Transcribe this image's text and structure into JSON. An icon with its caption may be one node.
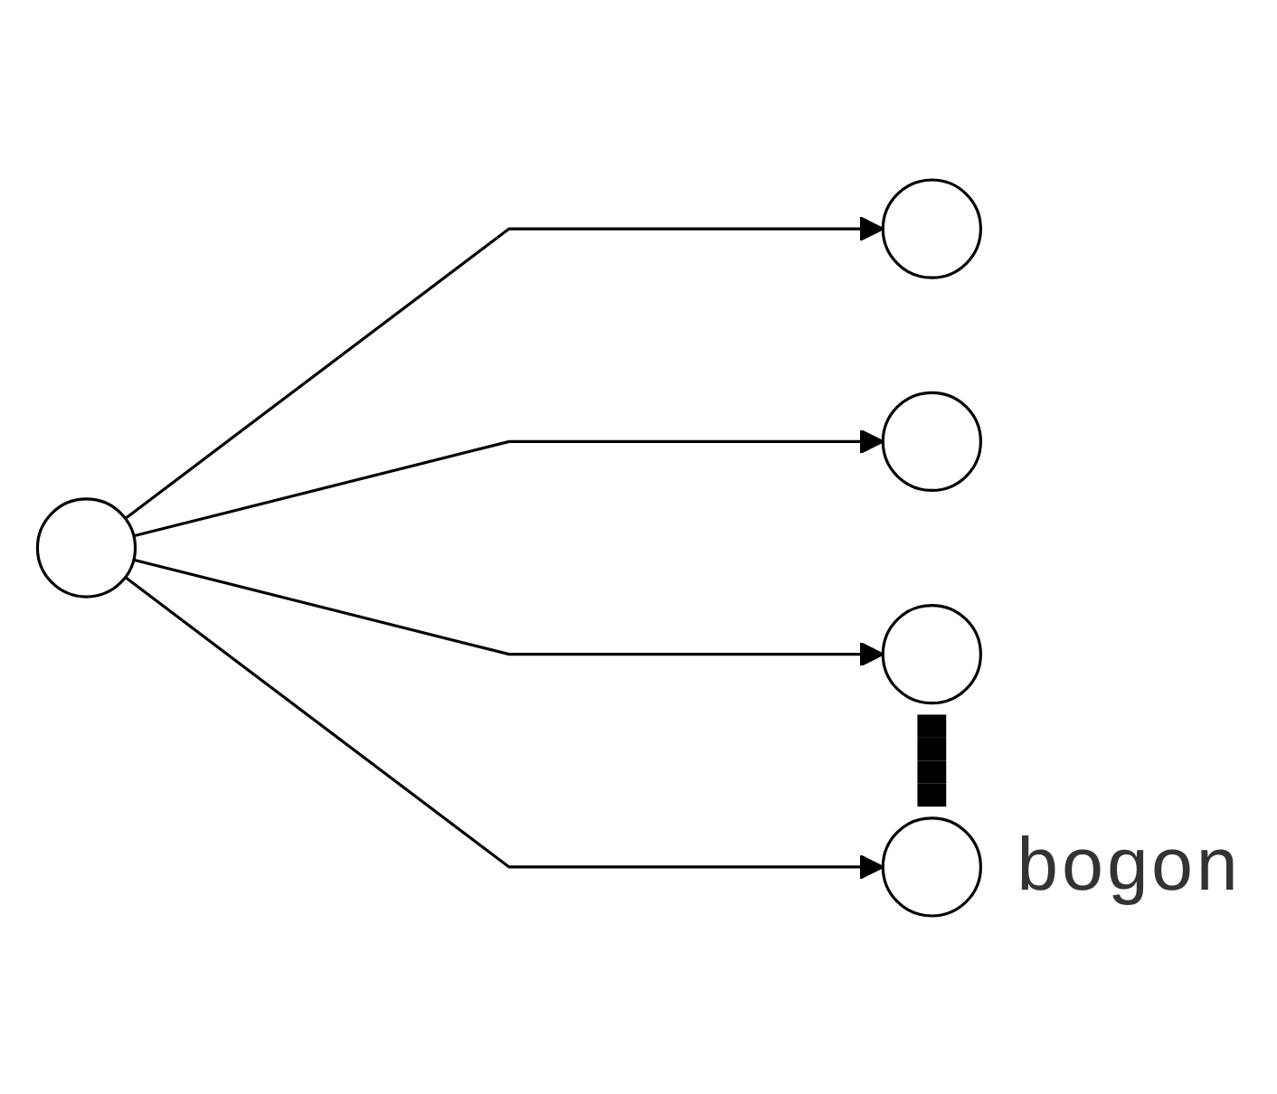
{
  "diagram": {
    "nodes": [
      {
        "text": [],
        "shape": "circle"
      },
      {
        "text": [],
        "shape": "circle"
      },
      {
        "text": [],
        "shape": "circle"
      },
      {
        "text": [],
        "shape": "circle"
      },
      {
        "text": [],
        "shape": "circle",
        "beside": [
          "bogon"
        ]
      }
    ],
    "edges": [
      {
        "from": 0,
        "to": 1,
        "arrow": "to"
      },
      {
        "from": 0,
        "to": 2,
        "arrow": "to"
      },
      {
        "from": 0,
        "to": 3,
        "arrow": "to"
      },
      {
        "from": 0,
        "to": 4,
        "arrow": "to"
      }
    ]
  }
}
